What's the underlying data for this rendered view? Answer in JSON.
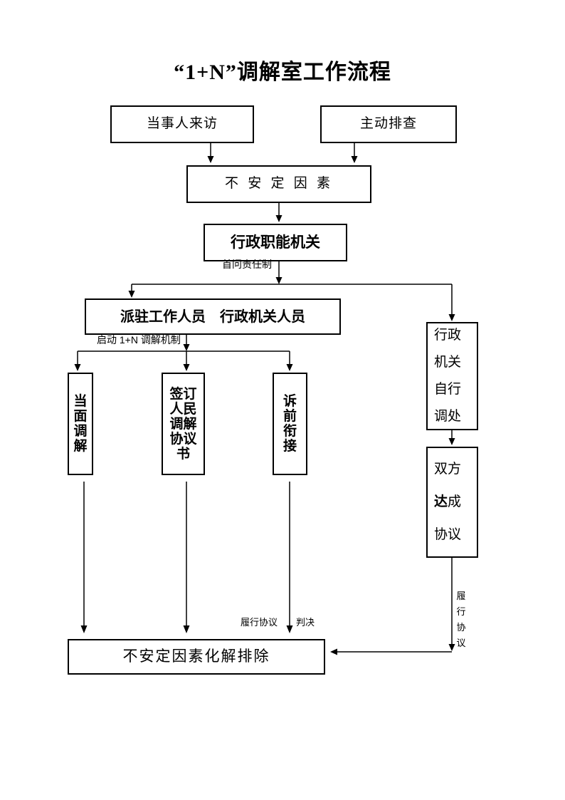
{
  "title": "“1+N”调解室工作流程",
  "boxes": {
    "visit": {
      "label": "当事人来访"
    },
    "patrol": {
      "label": "主动排查"
    },
    "unstable": {
      "label": "不 安 定 因 素"
    },
    "agency": {
      "label": "行政职能机关"
    },
    "staff": {
      "label": "派驻工作人员　行政机关人员"
    },
    "face_mediation": {
      "label": "当面调解"
    },
    "sign_agreement": {
      "lines": [
        "签订",
        "人民",
        "调解",
        "协议",
        "书"
      ]
    },
    "pre_litigation": {
      "label": "诉前衔接"
    },
    "self_mediation": {
      "lines": [
        "行政",
        "机关",
        "自行",
        "调处"
      ]
    },
    "mutual_agreement": {
      "line1": "双方",
      "line2_bold": "达",
      "line2_rest": "成",
      "line3": "协议"
    },
    "resolved": {
      "label": "不安定因素化解排除"
    }
  },
  "labels": {
    "first_inquiry": "首问责任制",
    "start_mechanism": "启动 1+N 调解机制",
    "fulfill_agreement_left": "履行协议",
    "judgement": "判决",
    "fulfill_agreement_right": "履行协议"
  }
}
